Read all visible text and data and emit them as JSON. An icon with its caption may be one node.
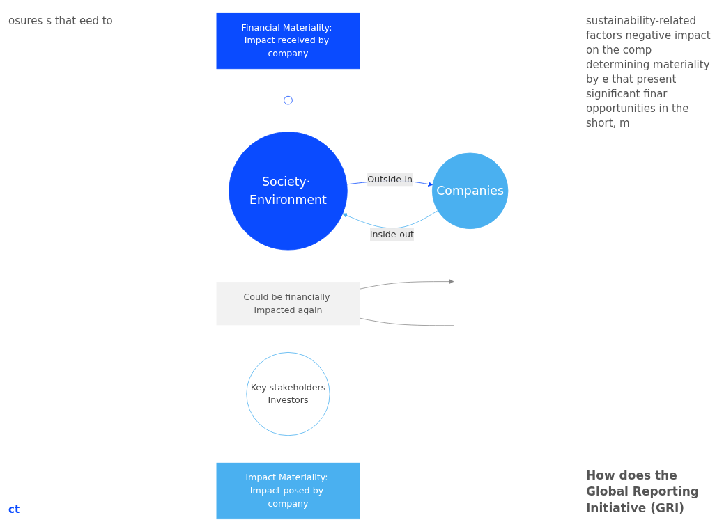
{
  "diagram": {
    "nodes": [
      {
        "text": [
          "Financial Materiality: Impact received by company"
        ]
      },
      {
        "text": [],
        "shape": "circle"
      },
      {
        "text": [
          "Society· Environment"
        ]
      },
      {
        "text": [
          "Could be financially impacted again"
        ]
      },
      {
        "text": [
          "Companies"
        ]
      },
      {
        "text": [
          "Key stakeholders",
          "Investors"
        ]
      },
      {
        "text": [
          "Impact Materiality: Impact posed by company"
        ]
      }
    ],
    "edges": [
      {
        "from": 2,
        "to": 4,
        "label": "Outside-in",
        "arrow": "to",
        "color": "#0a4bff"
      },
      {
        "from": 4,
        "to": 2,
        "label": "Inside-out",
        "arrow": "to",
        "color": "#4ab0f0"
      },
      {
        "from": 3,
        "to": null,
        "arrow": "to",
        "color": "#888888"
      },
      {
        "from": 3,
        "to": null,
        "arrow": "none",
        "color": "#888888"
      }
    ],
    "labels": [
      "osures s that eed to",
      "sustainability-related factors negative impact on the comp determining materiality by e that present significant finar opportunities in the short, m",
      "ct",
      "How does the Global Reporting Initiative (GRI)"
    ]
  }
}
